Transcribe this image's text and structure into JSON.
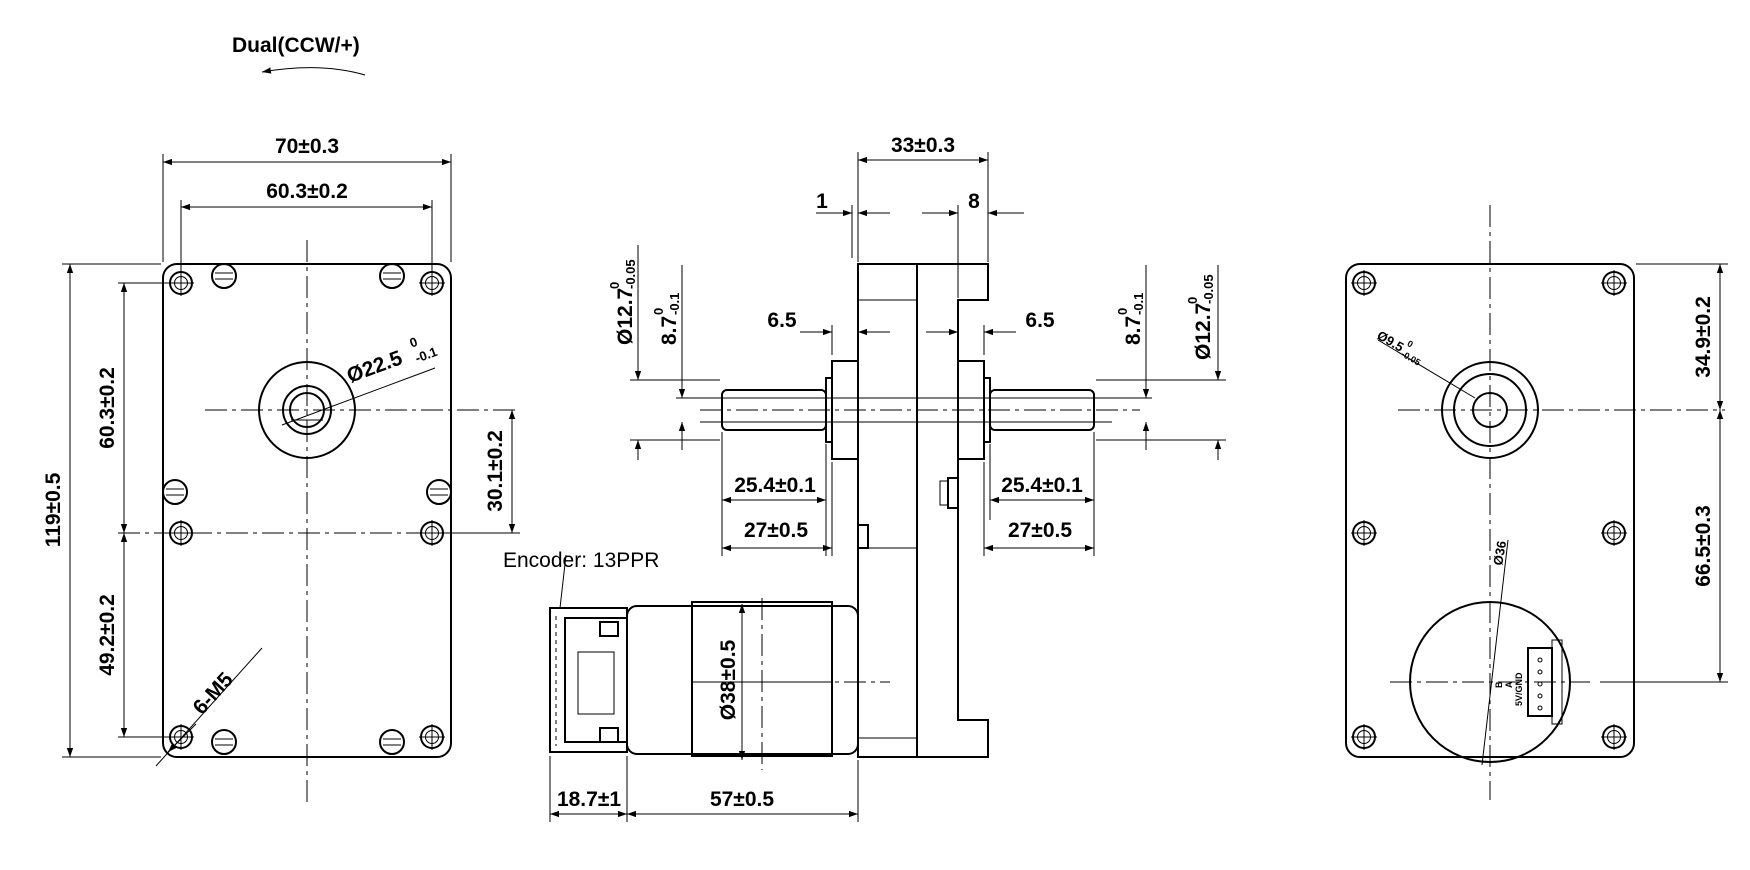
{
  "rotation_label": "Dual(CCW/+)",
  "encoder_label": "Encoder: 13PPR",
  "front_view": {
    "width": "70±0.3",
    "hole_span": "60.3±0.2",
    "height": "119±0.5",
    "upper_offset": "60.3±0.2",
    "lower_offset": "49.2±0.2",
    "shaft_offset": "30.1±0.2",
    "boss_dia": "Ø22.5",
    "boss_tol_upper": "0",
    "boss_tol_lower": "-0.1",
    "mount_holes": "6-M5"
  },
  "side_view": {
    "gearbox_depth": "33±0.3",
    "left_lip": "1",
    "right_lip": "8",
    "left_gap": "6.5",
    "right_gap": "6.5",
    "shaft_dia_left": "Ø12.7",
    "shaft_dia_right": "Ø12.7",
    "shaft_dia_tol_upper": "0",
    "shaft_dia_tol_lower": "-0.05",
    "flat_left": "8.7",
    "flat_right": "8.7",
    "flat_tol_upper": "0",
    "flat_tol_lower": "-0.1",
    "shaft_flat_len_left": "25.4±0.1",
    "shaft_len_left": "27±0.5",
    "shaft_flat_len_right": "25.4±0.1",
    "shaft_len_right": "27±0.5",
    "motor_dia": "Ø38±0.5",
    "encoder_len": "18.7±1",
    "motor_len": "57±0.5"
  },
  "rear_view": {
    "boss_dia": "Ø9.5",
    "boss_tol_upper": "0",
    "boss_tol_lower": "-0.05",
    "top_offset": "34.9±0.2",
    "bottom_offset": "66.5±0.3",
    "motor_circle": "Ø36",
    "connector_text_1": "B",
    "connector_text_2": "A",
    "connector_text_3": "5V/GND"
  }
}
